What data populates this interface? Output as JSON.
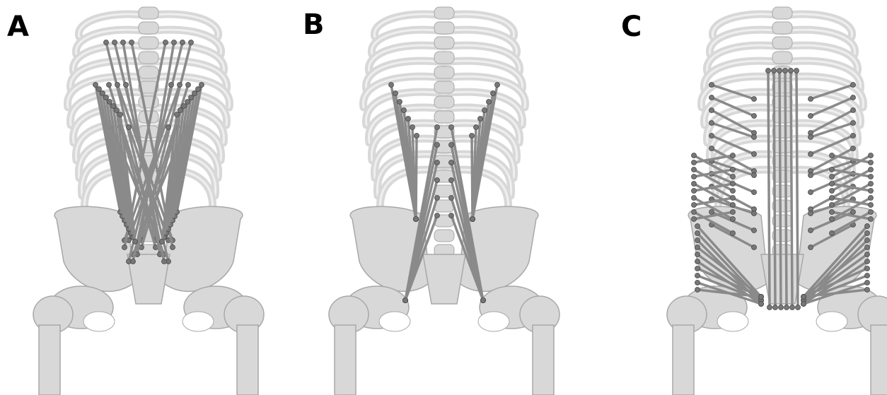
{
  "figure": {
    "panels": [
      {
        "label": "A",
        "view": "posterior",
        "bone_color": "#d8d8d8",
        "muscle_color": "#8a8a8a"
      },
      {
        "label": "B",
        "view": "anterior",
        "bone_color": "#d8d8d8",
        "muscle_color": "#8a8a8a"
      },
      {
        "label": "C",
        "view": "posterior",
        "bone_color": "#d8d8d8",
        "muscle_color": "#8a8a8a"
      }
    ]
  }
}
